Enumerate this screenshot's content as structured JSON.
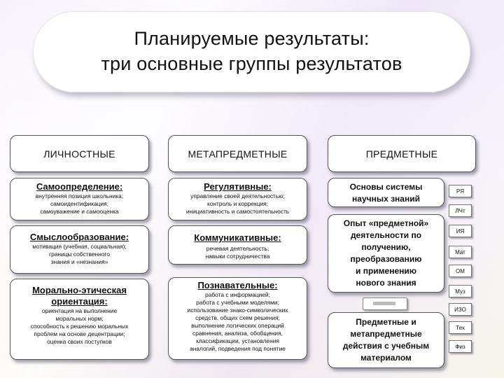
{
  "title": {
    "line1": "Планируемые результаты:",
    "line2": "три основные группы результатов"
  },
  "columns": {
    "personal": {
      "header": "ЛИЧНОСТНЫЕ",
      "items": [
        {
          "title": "Самоопределение:",
          "lines": [
            "внутренняя позиция школьника;",
            "самоидентификация;",
            "самоуважение и самооценка"
          ]
        },
        {
          "title": "Смыслообразование:",
          "lines": [
            "мотивация (учебная, социальная);",
            "границы собственного",
            "знания и «незнания»"
          ]
        },
        {
          "title_lines": [
            "Морально-этическая",
            "ориентация:"
          ],
          "lines": [
            "ориентация на выполнение",
            "моральных норм;",
            "способность к решению моральных",
            "проблем на основе децентрации;",
            "оценка своих поступков"
          ]
        }
      ]
    },
    "meta": {
      "header": "МЕТАПРЕДМЕТНЫЕ",
      "items": [
        {
          "title": "Регулятивные:",
          "lines": [
            "управление своей деятельностью;",
            "контроль и коррекция;",
            "инициативность и самостоятельность"
          ]
        },
        {
          "title": "Коммуникативные:",
          "lines": [
            "речевая деятельность;",
            "навыки сотрудничества"
          ]
        },
        {
          "title": "Познавательные:",
          "lines": [
            "работа с информацией;",
            "работа с учебными моделями;",
            "использование знако-символических",
            "средств, общих схем решения;",
            "выполнение логических операций",
            "сравнения, анализа, обобщения,",
            "классификации, установления",
            "аналогий, подведения под понятие"
          ]
        }
      ]
    },
    "subject": {
      "header": "ПРЕДМЕТНЫЕ",
      "items": [
        {
          "lines": [
            "Основы системы",
            "научных знаний"
          ]
        },
        {
          "lines": [
            "Опыт «предметной»",
            "деятельности по",
            "получению,",
            "преобразованию",
            "и применению",
            "нового знания"
          ]
        },
        {
          "lines": [
            "Предметные и",
            "метапредметные",
            "действия с учебным",
            "материалом"
          ]
        }
      ]
    }
  },
  "subject_tabs": [
    "РЯ",
    "ЛЧт",
    "ИЯ",
    "Мат",
    "ОМ",
    "Муз",
    "ИЗО",
    "Тех",
    "Физ"
  ]
}
